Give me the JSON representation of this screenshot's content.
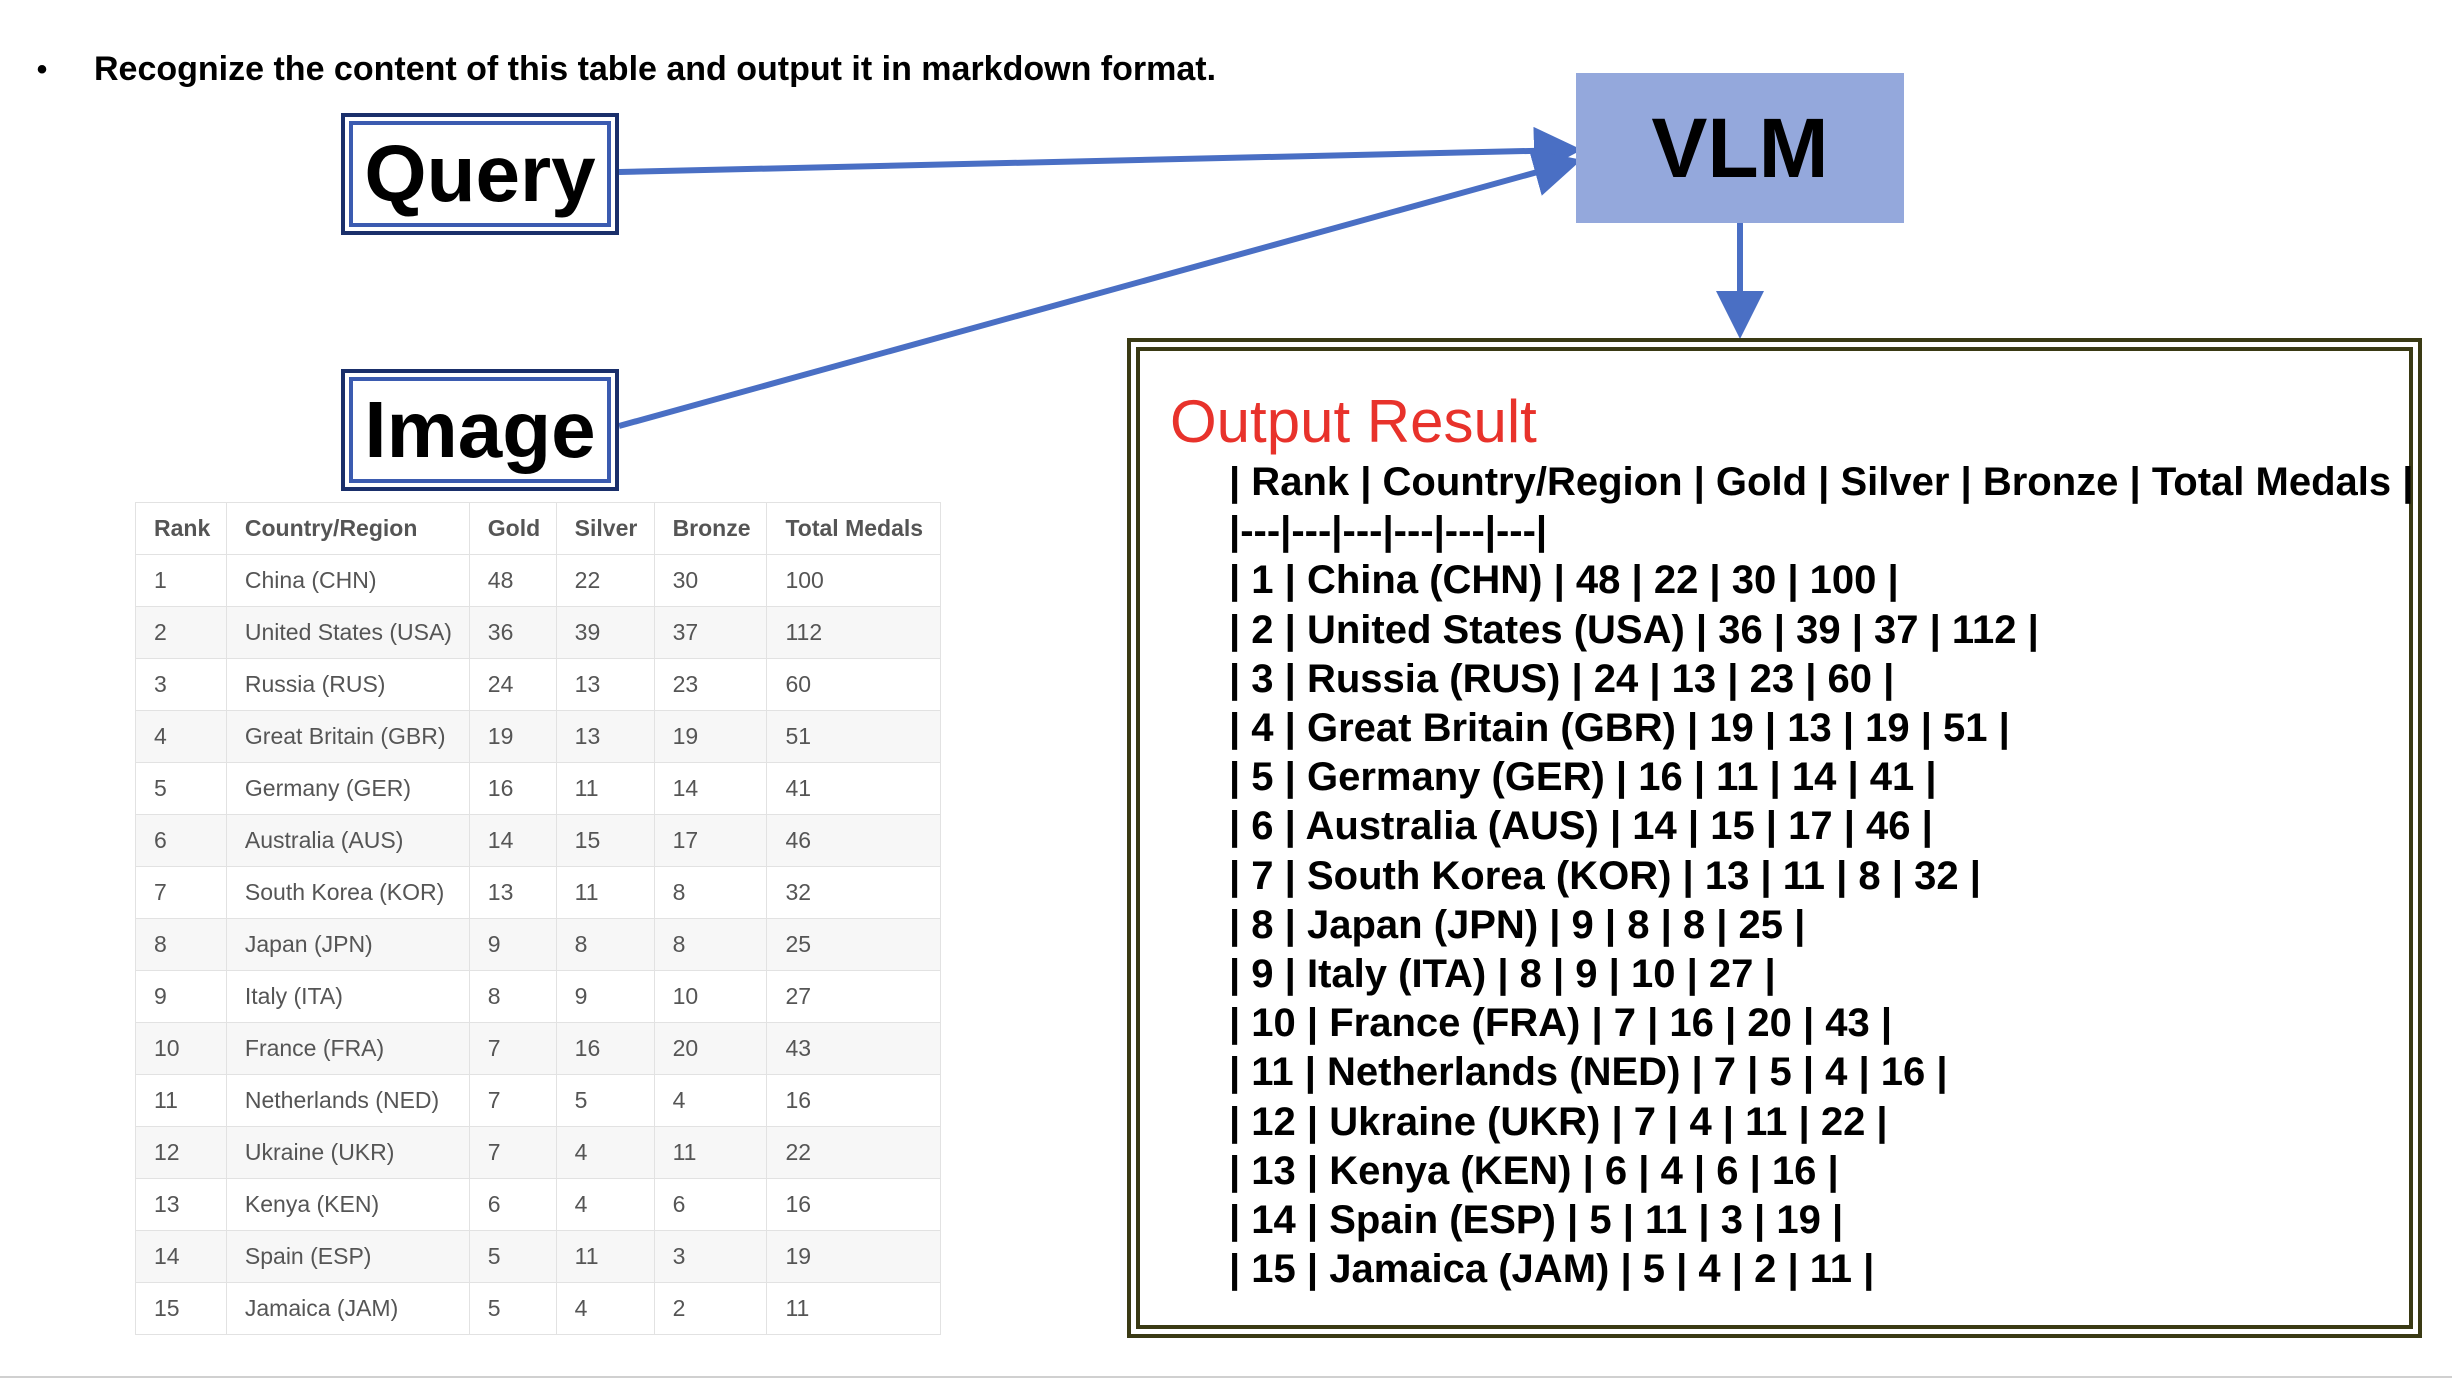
{
  "instruction": {
    "bullet": "•",
    "text": "Recognize the content of this table and output it in markdown format."
  },
  "query_label": "Query",
  "image_label": "Image",
  "vlm_label": "VLM",
  "colors": {
    "vlm_fill": "#94a8dc",
    "arrow": "#4a6fc4",
    "output_title": "#e8322b",
    "box_border": "#1a2f6b"
  },
  "table": {
    "headers": [
      "Rank",
      "Country/Region",
      "Gold",
      "Silver",
      "Bronze",
      "Total Medals"
    ],
    "rows": [
      [
        "1",
        "China (CHN)",
        "48",
        "22",
        "30",
        "100"
      ],
      [
        "2",
        "United States (USA)",
        "36",
        "39",
        "37",
        "112"
      ],
      [
        "3",
        "Russia (RUS)",
        "24",
        "13",
        "23",
        "60"
      ],
      [
        "4",
        "Great Britain (GBR)",
        "19",
        "13",
        "19",
        "51"
      ],
      [
        "5",
        "Germany (GER)",
        "16",
        "11",
        "14",
        "41"
      ],
      [
        "6",
        "Australia (AUS)",
        "14",
        "15",
        "17",
        "46"
      ],
      [
        "7",
        "South Korea (KOR)",
        "13",
        "11",
        "8",
        "32"
      ],
      [
        "8",
        "Japan (JPN)",
        "9",
        "8",
        "8",
        "25"
      ],
      [
        "9",
        "Italy (ITA)",
        "8",
        "9",
        "10",
        "27"
      ],
      [
        "10",
        "France (FRA)",
        "7",
        "16",
        "20",
        "43"
      ],
      [
        "11",
        "Netherlands (NED)",
        "7",
        "5",
        "4",
        "16"
      ],
      [
        "12",
        "Ukraine (UKR)",
        "7",
        "4",
        "11",
        "22"
      ],
      [
        "13",
        "Kenya (KEN)",
        "6",
        "4",
        "6",
        "16"
      ],
      [
        "14",
        "Spain (ESP)",
        "5",
        "11",
        "3",
        "19"
      ],
      [
        "15",
        "Jamaica (JAM)",
        "5",
        "4",
        "2",
        "11"
      ]
    ]
  },
  "output": {
    "title": "Output Result",
    "lines": [
      "| Rank | Country/Region | Gold | Silver | Bronze | Total Medals |",
      "|---|---|---|---|---|---|",
      "| 1 | China (CHN) | 48 | 22 | 30 | 100 |",
      "| 2 | United States (USA) | 36 | 39 | 37 | 112 |",
      "| 3 | Russia (RUS) | 24 | 13 | 23 | 60 |",
      "| 4 | Great Britain (GBR) | 19 | 13 | 19 | 51 |",
      "| 5 | Germany (GER) | 16 | 11 | 14 | 41 |",
      "| 6 | Australia (AUS) | 14 | 15 | 17 | 46 |",
      "| 7 | South Korea (KOR) | 13 | 11 | 8 | 32 |",
      "| 8 | Japan (JPN) | 9 | 8 | 8 | 25 |",
      "| 9 | Italy (ITA) | 8 | 9 | 10 | 27 |",
      "| 10 | France (FRA) | 7 | 16 | 20 | 43 |",
      "| 11 | Netherlands (NED) | 7 | 5 | 4 | 16 |",
      "| 12 | Ukraine (UKR) | 7 | 4 | 11 | 22 |",
      "| 13 | Kenya (KEN) | 6 | 4 | 6 | 16 |",
      "| 14 | Spain (ESP) | 5 | 11 | 3 | 19 |",
      "| 15 | Jamaica (JAM) | 5 | 4 | 2 | 11 |"
    ]
  }
}
